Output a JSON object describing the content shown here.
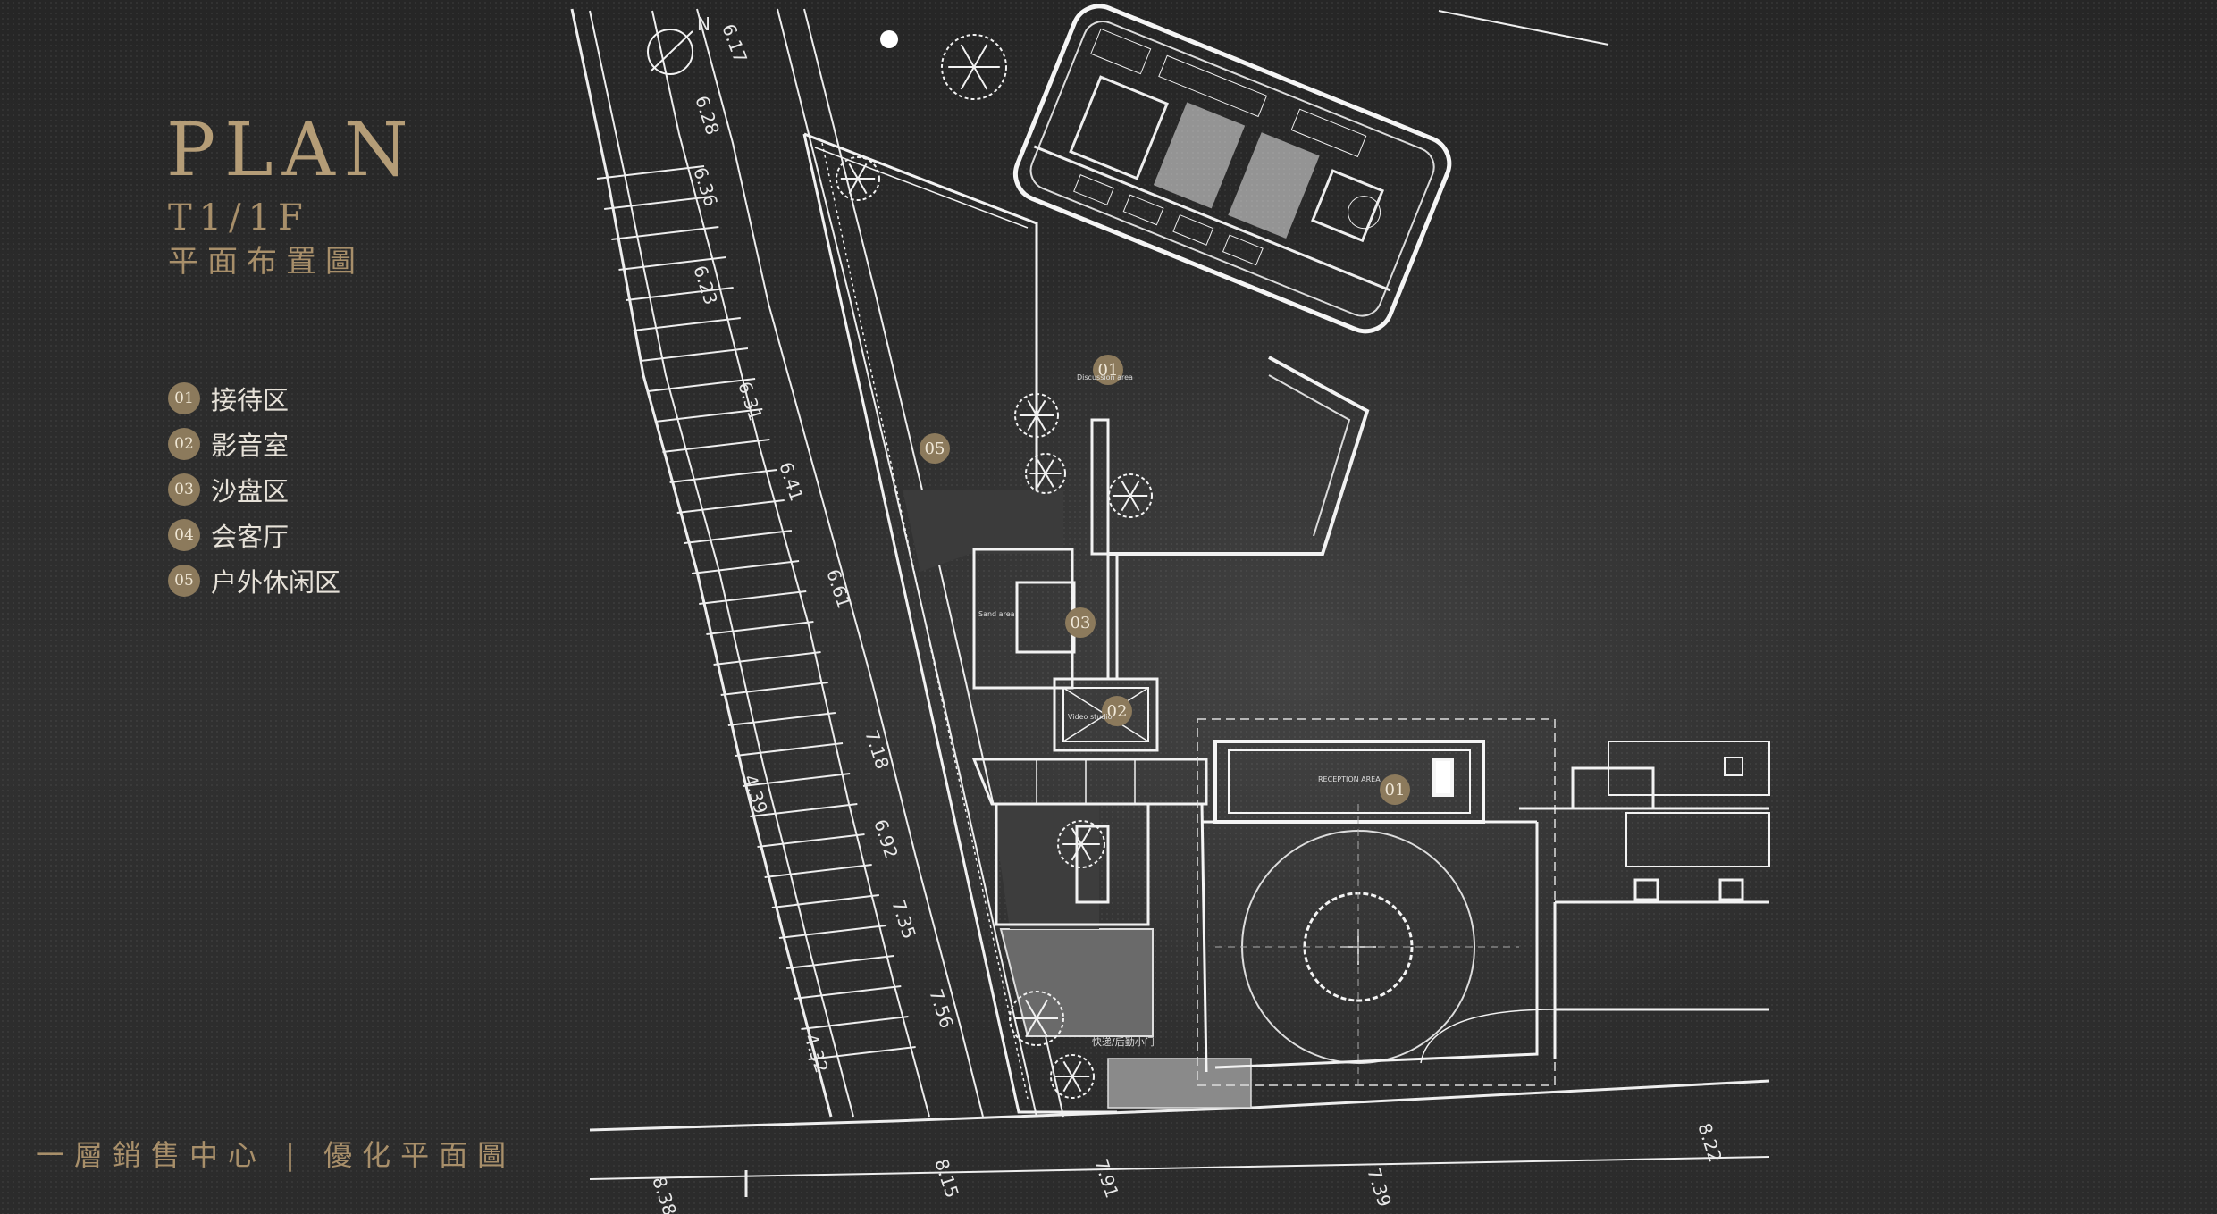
{
  "header": {
    "title": "PLAN",
    "floor": "T1/1F",
    "subtitle": "平面布置圖"
  },
  "legend": [
    {
      "num": "01",
      "label": "接待区"
    },
    {
      "num": "02",
      "label": "影音室"
    },
    {
      "num": "03",
      "label": "沙盘区"
    },
    {
      "num": "04",
      "label": "会客厅"
    },
    {
      "num": "05",
      "label": "户外休闲区"
    }
  ],
  "footer": {
    "text": "一層銷售中心 | 優化平面圖"
  },
  "plan": {
    "north_label": "N",
    "elevations": [
      "6.17",
      "6.28",
      "6.36",
      "6.23",
      "6.31",
      "6.41",
      "6.61",
      "7.18",
      "6.92",
      "7.35",
      "7.56",
      "4.39",
      "4.32",
      "8.38",
      "8.15",
      "7.91",
      "7.39",
      "8.22"
    ],
    "area_labels": {
      "reception": "RECEPTION AREA",
      "discussion": "Discussion area",
      "sand": "Sand area",
      "video": "Video studio",
      "gate": "快递/后勤小门"
    }
  },
  "colors": {
    "accent": "#b59d77",
    "badge": "#8c7a5c",
    "line": "#f2f2f2",
    "background": "#2c2c2c"
  }
}
